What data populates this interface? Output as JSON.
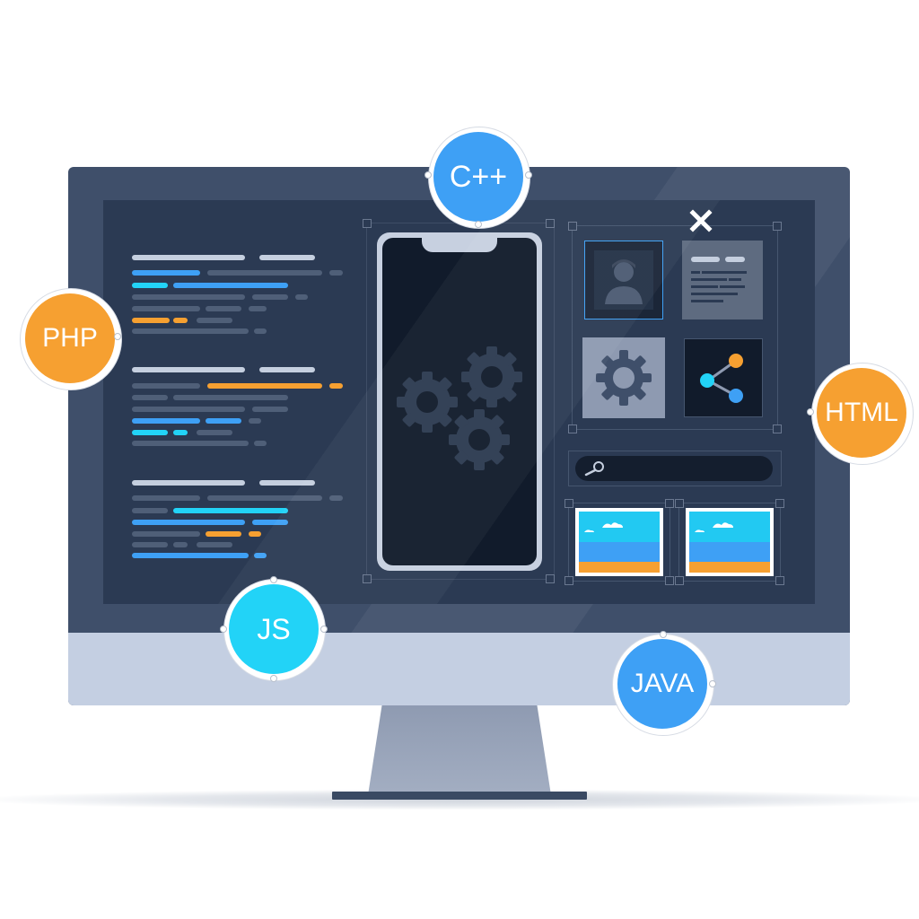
{
  "badges": {
    "cpp": {
      "label": "C++",
      "color": "#3ea0f5"
    },
    "php": {
      "label": "PHP",
      "color": "#f6a031"
    },
    "html": {
      "label": "HTML",
      "color": "#f6a031"
    },
    "js": {
      "label": "JS",
      "color": "#22d3f7"
    },
    "java": {
      "label": "JAVA",
      "color": "#3ea0f5"
    }
  },
  "colors": {
    "bezel": "#3f4f6a",
    "screen": "#2b3a53",
    "chin": "#c4cfe2",
    "code_light": "#c5cfdf",
    "code_muted": "#4f5f78",
    "code_blue": "#3ea0f5",
    "code_cyan": "#22d3f7",
    "code_orange": "#f6a031"
  },
  "icons": {
    "close": "close-icon",
    "profile": "user-avatar-icon",
    "document": "document-icon",
    "settings": "gear-icon",
    "share": "share-icon",
    "search": "search-icon",
    "image": "landscape-image-icon",
    "gears": "gears-icon"
  }
}
